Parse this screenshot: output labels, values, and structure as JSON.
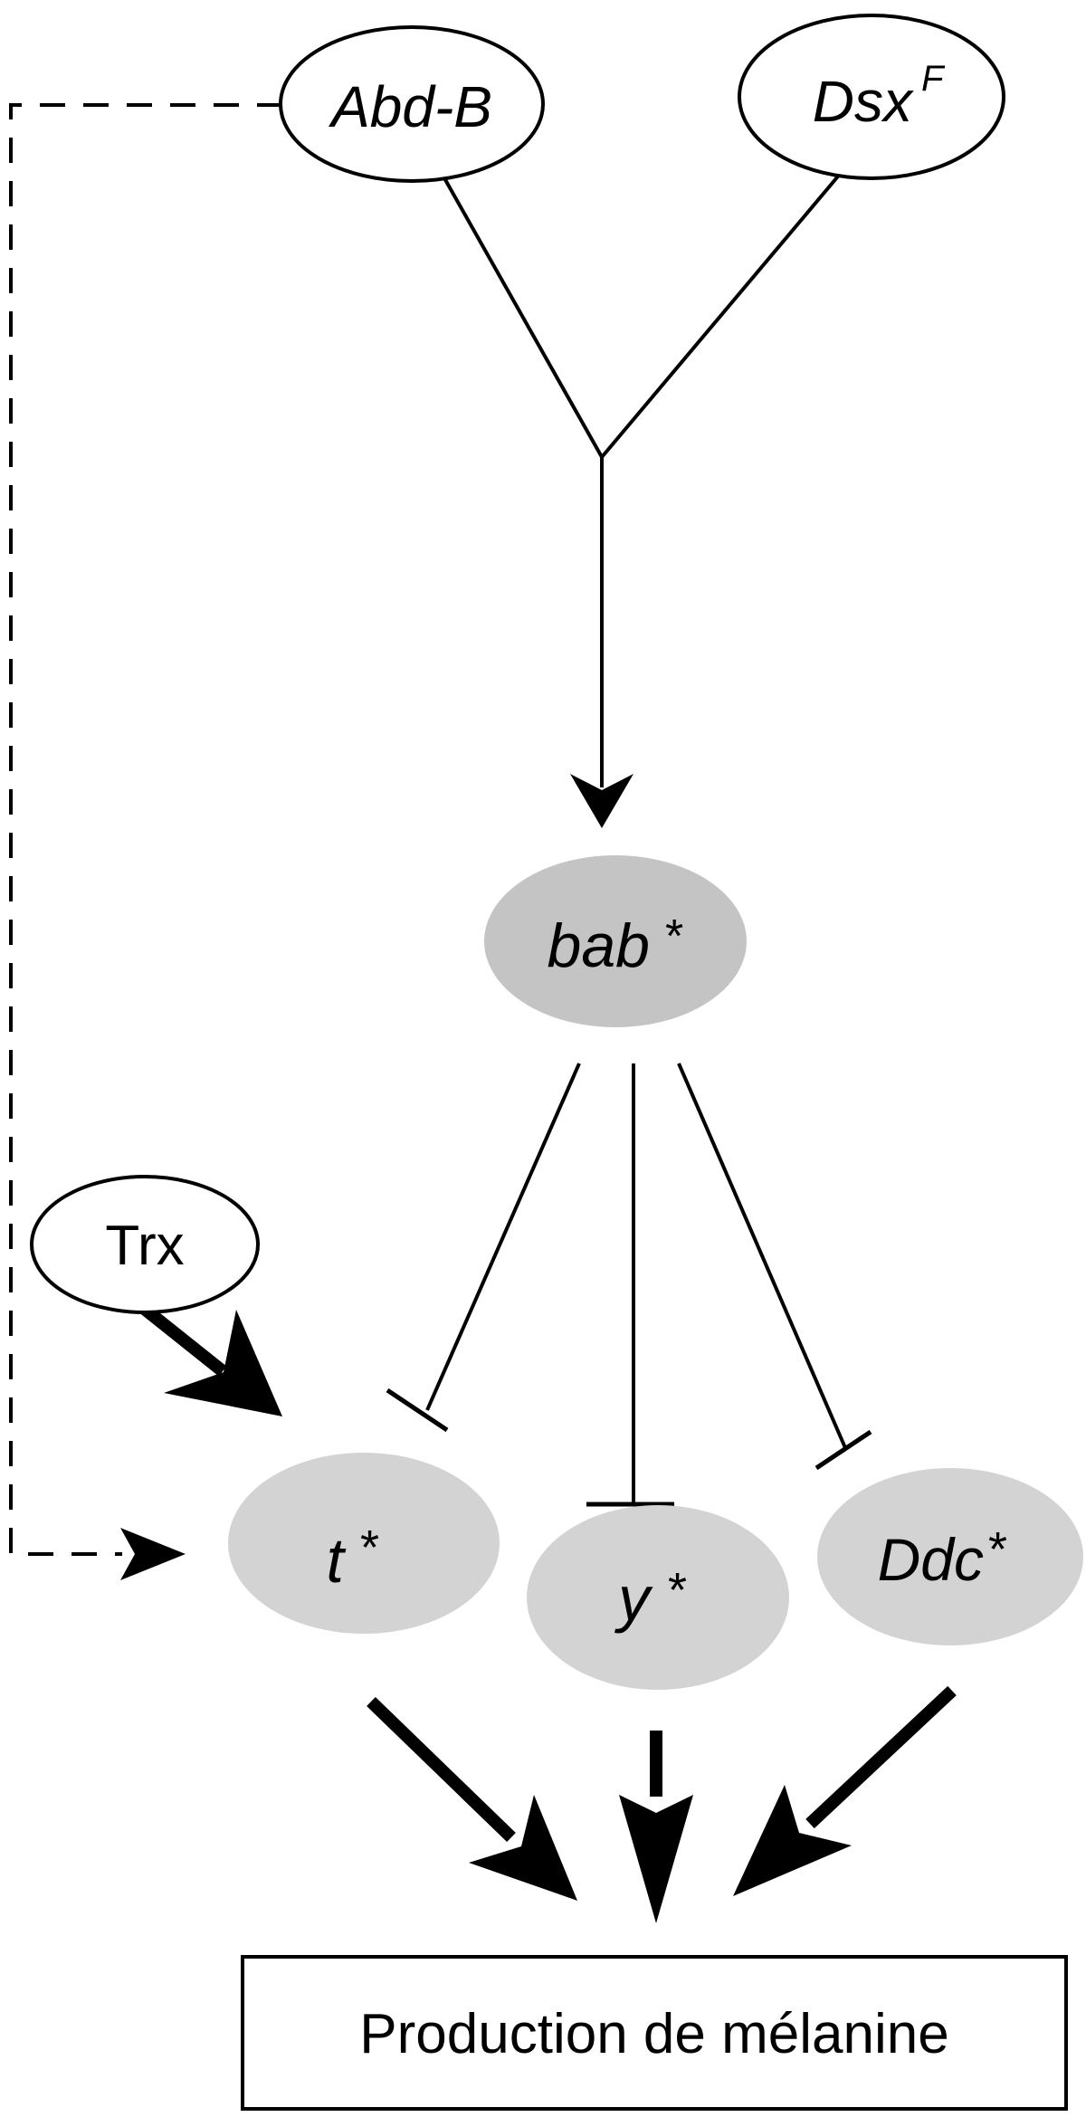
{
  "colors": {
    "line": "#000000",
    "node_outline_fill": "#ffffff",
    "node_target_fill": "#d3d3d3",
    "node_bab_fill": "#c4c4c4"
  },
  "nodes": {
    "abd_b": {
      "label": "Abd-B"
    },
    "dsx_f": {
      "label": "Dsx",
      "superscript": "F"
    },
    "bab": {
      "label": "bab",
      "suffix": "*"
    },
    "trx": {
      "label": "Trx"
    },
    "t": {
      "label": "t",
      "suffix": "*"
    },
    "y": {
      "label": "y",
      "suffix": "*"
    },
    "ddc": {
      "label": "Ddc",
      "suffix": "*"
    },
    "output": {
      "label": "Production de mélanine"
    }
  }
}
